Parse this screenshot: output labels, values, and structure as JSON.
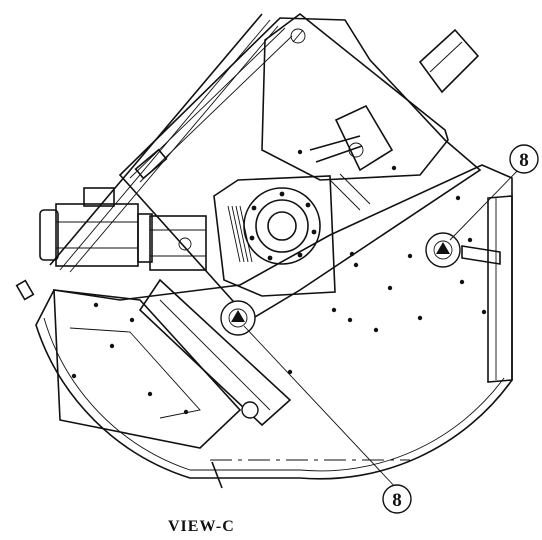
{
  "view_label": "VIEW-C",
  "callouts": [
    {
      "number": "8"
    },
    {
      "number": "8"
    }
  ],
  "colors": {
    "ink": "#111111",
    "paper": "#ffffff"
  }
}
